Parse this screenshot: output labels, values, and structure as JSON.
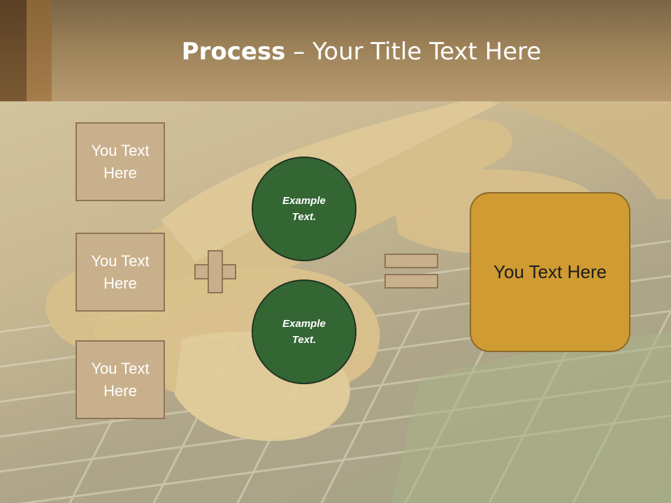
{
  "title": {
    "bold": "Process",
    "rest": " – Your Title Text Here"
  },
  "inputs": [
    {
      "text": "You Text Here"
    },
    {
      "text": "You Text Here"
    },
    {
      "text": "You Text Here"
    }
  ],
  "circles": [
    {
      "text": "Example Text."
    },
    {
      "text": "Example Text."
    }
  ],
  "result": {
    "text": "You Text Here"
  },
  "colors": {
    "box_fill": "#c9b08c",
    "box_border": "#8f7553",
    "circle_fill": "#346634",
    "result_fill": "#cf9b32",
    "header": "#9c8158"
  }
}
